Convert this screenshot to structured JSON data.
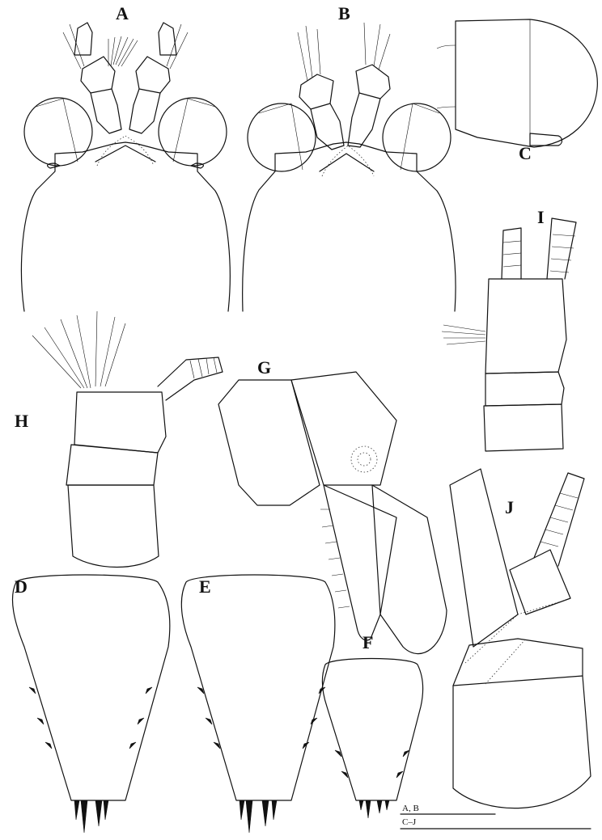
{
  "panels": {
    "A": "A",
    "B": "B",
    "C": "C",
    "D": "D",
    "E": "E",
    "F": "F",
    "G": "G",
    "H": "H",
    "I": "I",
    "J": "J"
  },
  "scale_bars": {
    "ab_label": "A, B",
    "cj_label": "C–J"
  },
  "colors": {
    "ink": "#111111",
    "paper": "#ffffff"
  }
}
